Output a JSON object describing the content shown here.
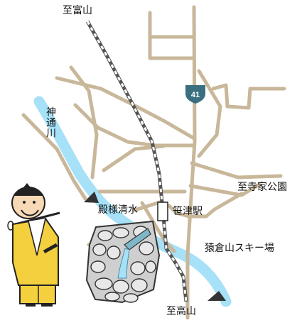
{
  "map": {
    "route_badge": "41",
    "labels": {
      "to_toyama": "至富山",
      "to_takayama": "至高山",
      "to_jikeji_park": "至寺家公園",
      "river": "神通川",
      "station": "笹津駅",
      "spring": "殿様清水",
      "ski_area": "猿倉山スキー場"
    },
    "colors": {
      "road": "#c9b79a",
      "river": "#a6e1f7",
      "railway": "#555555",
      "route_badge": "#3a6f80",
      "samurai_robe": "#f4d03f"
    },
    "icons": [
      "samurai-illustration",
      "stone-spring-illustration",
      "route-41-shield-icon",
      "station-box-icon"
    ]
  }
}
